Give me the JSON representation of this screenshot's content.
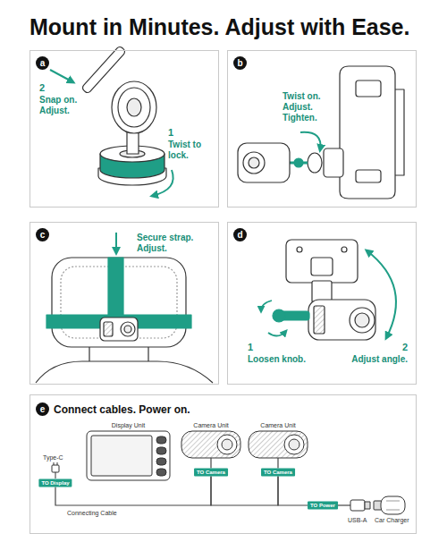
{
  "diagram": {
    "title": "Mount in Minutes. Adjust with Ease.",
    "nodes": [
      {
        "text": [
          "2",
          "Snap on. Adjust.",
          "1",
          "Twist to lock."
        ]
      },
      {
        "text": [
          "a"
        ],
        "in": 0
      },
      {
        "text": [
          "Twist on. Adjust. Tighten."
        ]
      },
      {
        "text": [
          "b"
        ],
        "in": 2
      },
      {
        "text": [
          "Secure strap. Adjust."
        ]
      },
      {
        "text": [
          "c"
        ],
        "in": 4
      },
      {
        "text": [
          "1",
          "Loosen knob.",
          "2",
          "Adjust angle."
        ]
      },
      {
        "text": [
          "d"
        ],
        "in": 6
      },
      {
        "text": [
          "Connect cables. Power on."
        ]
      },
      {
        "text": [
          "e"
        ],
        "in": 8
      },
      {
        "text": [
          "Display Unit"
        ],
        "in": 8
      },
      {
        "text": [
          "Camera Unit"
        ],
        "in": 8
      },
      {
        "text": [
          "Camera Unit"
        ],
        "in": 8
      },
      {
        "text": [
          "TO Display"
        ],
        "in": 8
      },
      {
        "text": [
          "TO Camera"
        ],
        "in": 8
      },
      {
        "text": [
          "TO Camera"
        ],
        "in": 8
      },
      {
        "text": [
          "TO Power"
        ],
        "in": 8
      }
    ],
    "edges": [
      {
        "from": 11,
        "to": 14,
        "arrow": "none"
      },
      {
        "from": 12,
        "to": 15,
        "arrow": "none"
      },
      {
        "from": 13,
        "to": 14,
        "arrow": "none"
      },
      {
        "from": 14,
        "to": 15,
        "arrow": "none"
      },
      {
        "from": 15,
        "to": 16,
        "arrow": "none"
      }
    ],
    "labels": [
      "Type-C",
      "Connecting Cable",
      "USB-A",
      "Car Charger"
    ]
  }
}
